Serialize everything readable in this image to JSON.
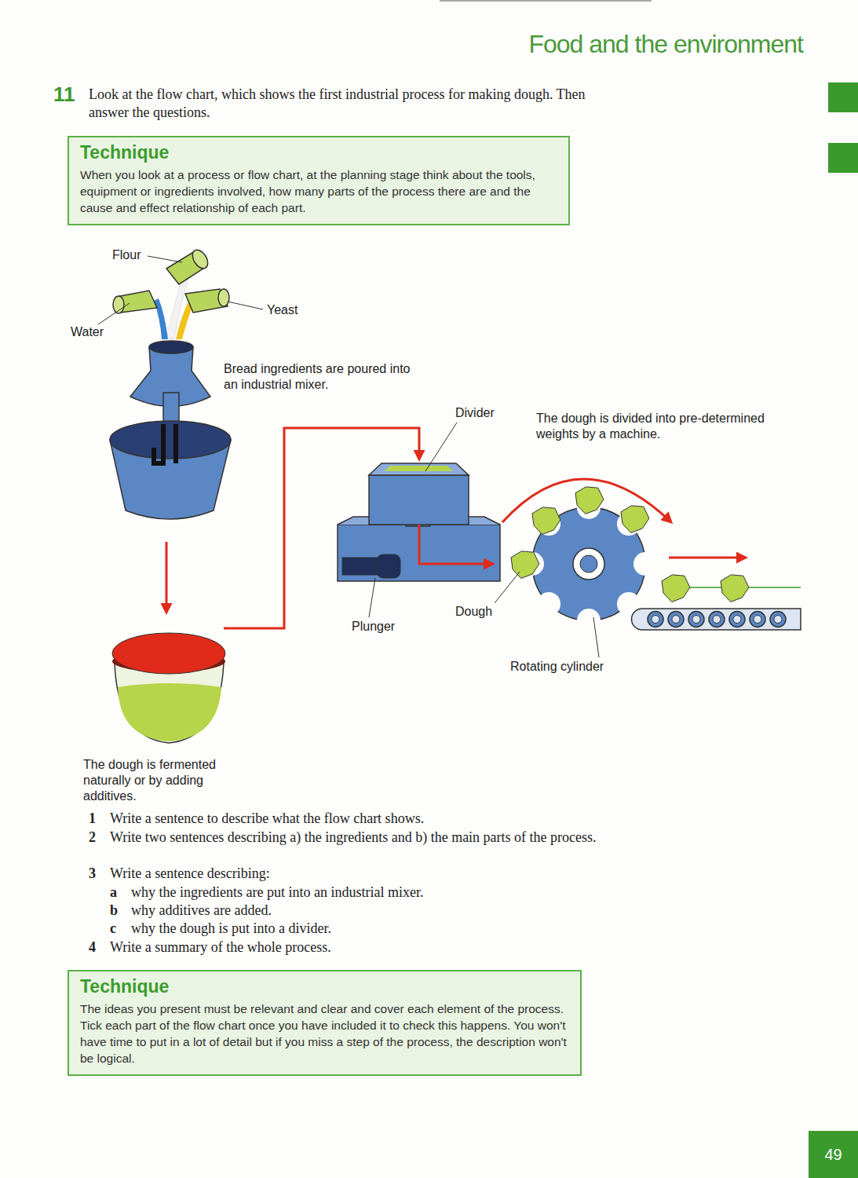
{
  "diagram": {
    "title": "Food and the environment",
    "nodes": [
      {
        "text": [
          "Technique",
          "When you look at a process or flow chart, at the planning stage think about the tools, equipment or ingredients involved, how many parts of the process there are and the cause and effect relationship of each part."
        ]
      },
      {
        "text": [
          "Technique",
          "The ideas you present must be relevant and clear and cover each element of the process. Tick each part of the flow chart once you have included it to check this happens. You won't have time to put in a lot of detail but if you miss a step of the process, the description won't be logical."
        ]
      },
      {
        "text": [
          "49"
        ]
      }
    ],
    "labels": [
      "11",
      "Look at the flow chart, which shows the first industrial process for making dough. Then answer the questions.",
      "Flour",
      "Yeast",
      "Water",
      "Bread ingredients are poured into an industrial mixer.",
      "Divider",
      "The dough is divided into pre-determined weights by a machine.",
      "Plunger",
      "Dough",
      "Rotating cylinder",
      "The dough is fermented naturally or by adding additives.",
      "1",
      "Write a sentence to describe what the flow chart shows.",
      "2",
      "Write two sentences describing a) the ingredients and b) the main parts of the process.",
      "3",
      "Write a sentence describing:",
      "a",
      "why the ingredients are put into an industrial mixer.",
      "b",
      "why additives are added.",
      "c",
      "why the dough is put into a divider.",
      "4",
      "Write a summary of the whole process."
    ]
  }
}
